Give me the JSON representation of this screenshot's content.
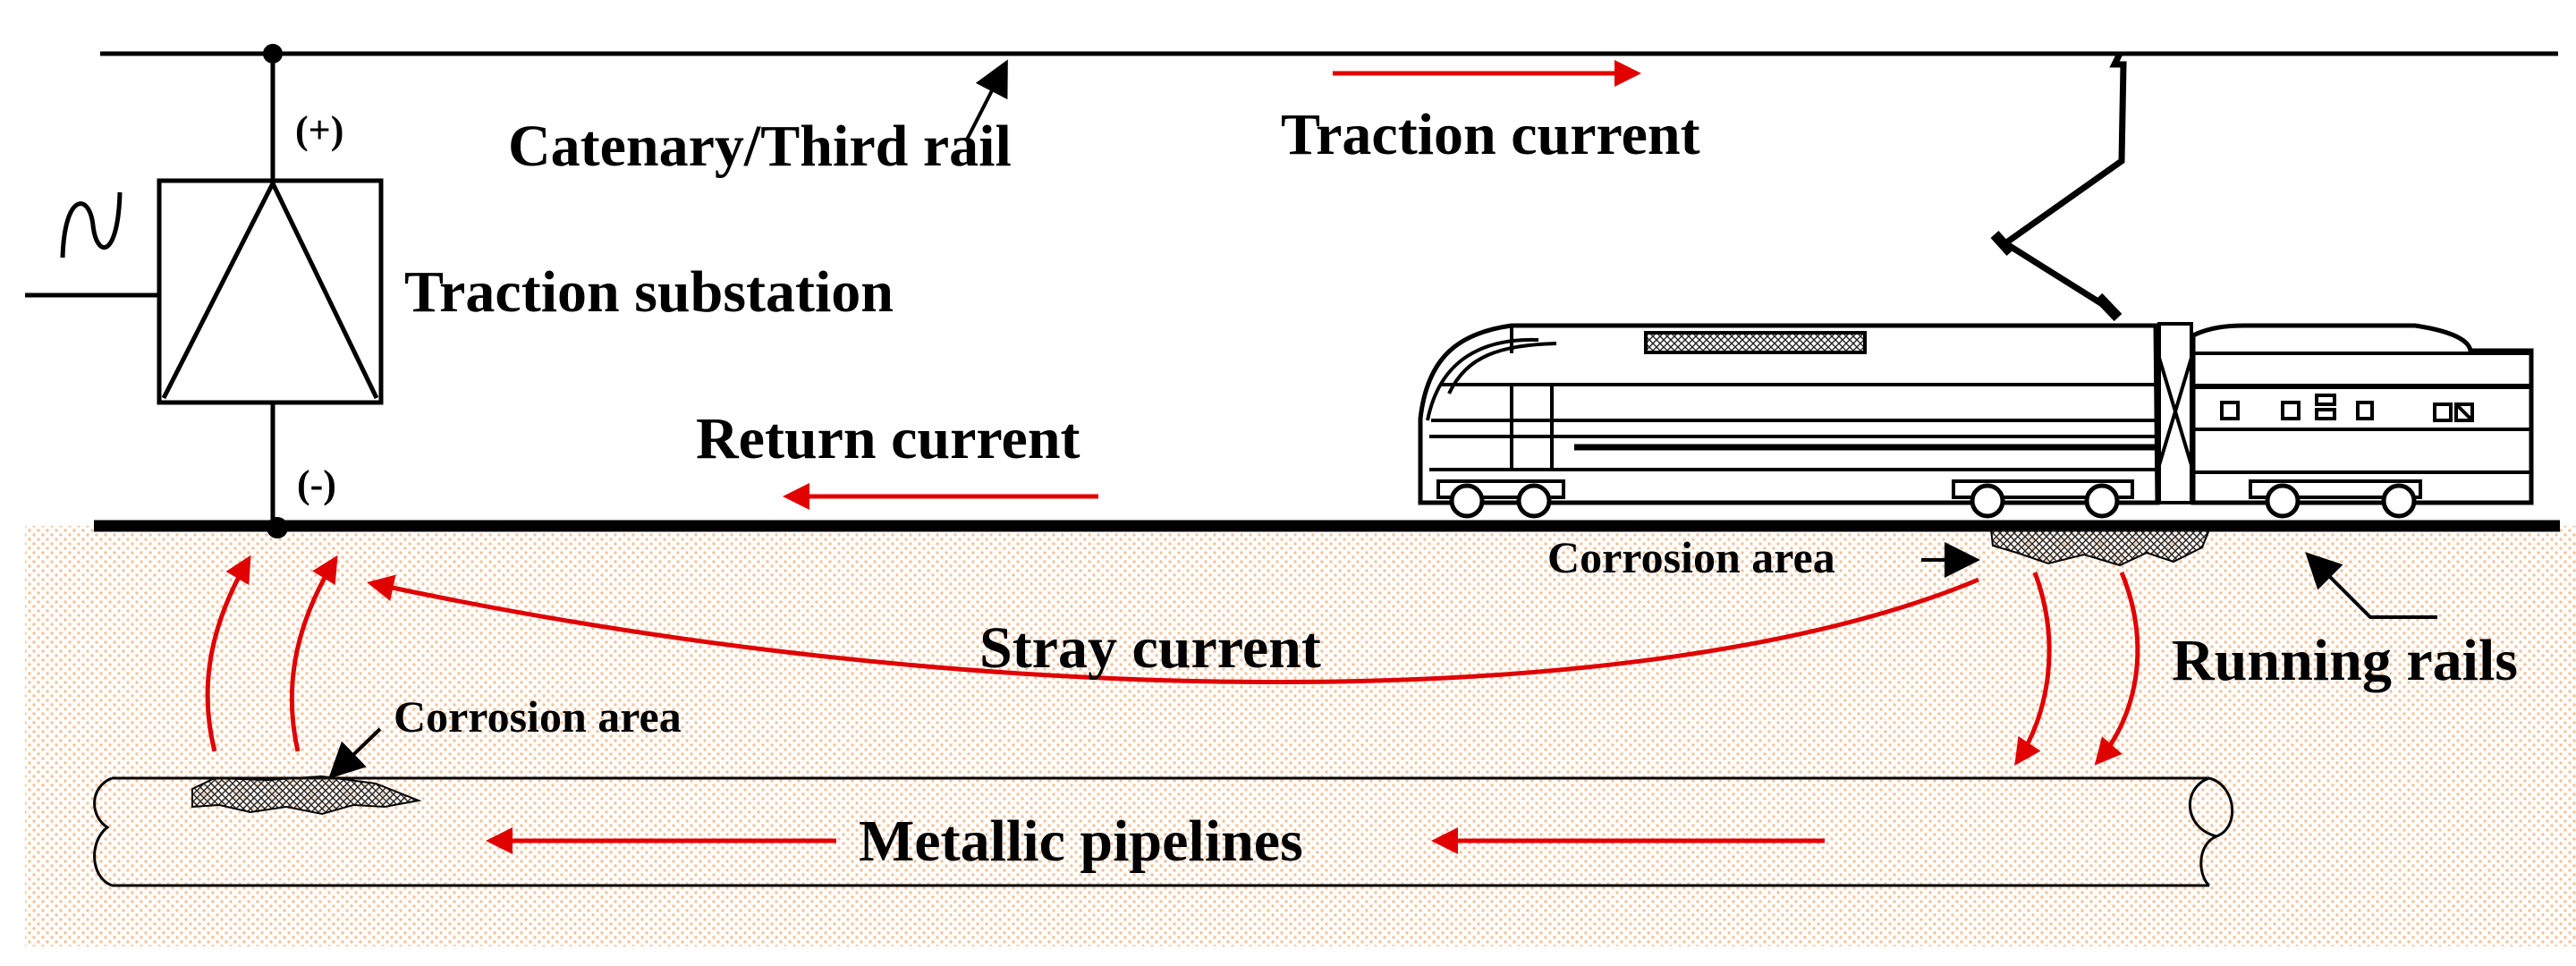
{
  "labels": {
    "catenary": "Catenary/Third rail",
    "traction_current": "Traction current",
    "plus": "(+)",
    "minus": "(-)",
    "substation": "Traction substation",
    "return_current": "Return current",
    "corrosion_area_rail": "Corrosion area",
    "corrosion_area_pipe": "Corrosion area",
    "stray_current": "Stray current",
    "running_rails": "Running rails",
    "pipelines": "Metallic pipelines"
  },
  "colors": {
    "current_arrow": "#e00000",
    "soil": "#f3c39a",
    "line": "#000000"
  },
  "icons": {
    "ac_source": "sine-wave-icon",
    "train": "electric-train-icon"
  }
}
